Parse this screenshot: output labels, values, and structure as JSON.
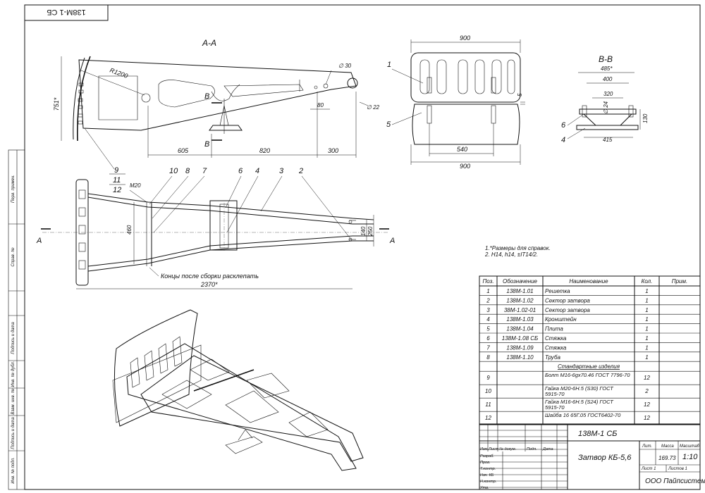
{
  "stamp_top": "138М-1 СБ",
  "left_margin_labels": [
    "Перв. примен.",
    "Справ. №",
    "Подпись и дата",
    "Инв. № дубл.",
    "Взам. инв. №",
    "Подпись и дата",
    "Инв. № подл."
  ],
  "views": {
    "section_aa": "А-А",
    "section_bb": "В-В",
    "cut_a": "А",
    "cut_b": "В"
  },
  "dims_aa": {
    "radius": "R1200",
    "height": "751*",
    "d30": "∅ 30",
    "d22": "∅ 22",
    "d80": "80",
    "d605": "605",
    "d820": "820",
    "d300": "300"
  },
  "dims_top": {
    "w900_top": "900",
    "w900_bottom": "900",
    "w540": "540",
    "gap5": "5",
    "pos1": "1",
    "pos5": "5"
  },
  "dims_bb": {
    "d485": "485*",
    "d400": "400",
    "d320": "320",
    "d24": "∅ 24",
    "d130": "130",
    "d415": "415",
    "pos6": "6",
    "pos4": "4"
  },
  "plan": {
    "pos_labels": [
      "9",
      "11",
      "12",
      "10",
      "8",
      "7",
      "6",
      "4",
      "3",
      "2"
    ],
    "m20": "М20",
    "d460": "460",
    "d140": "140",
    "d250": "250",
    "d2370": "2370*",
    "note": "Концы после сборки расклепать"
  },
  "notes": [
    "1.*Размеры для справок.",
    "2. Н14, h14, ±IT14/2."
  ],
  "spec": {
    "headers": [
      "Поз.",
      "Обозначение",
      "Наименование",
      "Кол.",
      "Прим."
    ],
    "rows": [
      [
        "1",
        "138М-1.01",
        "Решетка",
        "1",
        ""
      ],
      [
        "2",
        "138М-1.02",
        "Сектор затвора",
        "1",
        ""
      ],
      [
        "3",
        "38М-1.02-01",
        "Сектор затвора",
        "1",
        ""
      ],
      [
        "4",
        "138М-1.03",
        "Кронштейн",
        "1",
        ""
      ],
      [
        "5",
        "138М-1.04",
        "Плита",
        "1",
        ""
      ],
      [
        "6",
        "138М-1.08 СБ",
        "Стяжка",
        "1",
        ""
      ],
      [
        "7",
        "138М-1.09",
        "Стяжка",
        "1",
        ""
      ],
      [
        "8",
        "138М-1.10",
        "Труба",
        "1",
        ""
      ]
    ],
    "section_title": "Стандартные изделия",
    "std_rows": [
      [
        "9",
        "",
        "Болт М16-6gx70.46 ГОСТ 7796-70",
        "12",
        ""
      ],
      [
        "10",
        "",
        "Гайка М20-6Н.5 (S30)  ГОСТ 5915-70",
        "2",
        ""
      ],
      [
        "11",
        "",
        "Гайка М16-6Н.5 (S24)  ГОСТ 5915-70",
        "12",
        ""
      ],
      [
        "12",
        "",
        "Шайба 16 65Г.05 ГОСТ6402-70",
        "12",
        ""
      ]
    ]
  },
  "title_block": {
    "doc_code": "138М-1 СБ",
    "title": "Затвор КБ-5,6",
    "lit": "Лит.",
    "mass_label": "Масса",
    "scale_label": "Масштаб",
    "mass": "169.73",
    "scale": "1:10",
    "sheet": "Лист 1",
    "sheets": "Листов 1",
    "org": "ООО Пайпсистем",
    "col_heads": [
      "Изм.",
      "Лист",
      "№ докум.",
      "Подп.",
      "Дата"
    ],
    "roles": [
      "Разраб.",
      "Пров.",
      "Т.контр.",
      "Нач. КБ",
      "Н.контр.",
      "Утв."
    ]
  }
}
